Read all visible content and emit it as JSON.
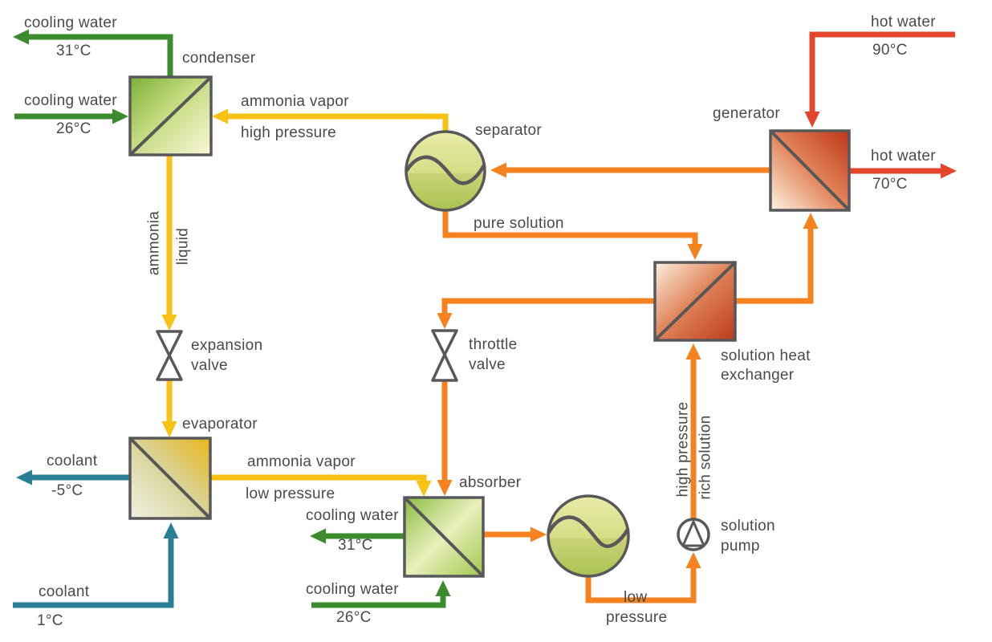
{
  "labels": {
    "condenser": "condenser",
    "separator": "separator",
    "generator": "generator",
    "evaporator": "evaporator",
    "absorber": "absorber",
    "shx1": "solution heat",
    "shx2": "exchanger",
    "expansion1": "expansion",
    "expansion2": "valve",
    "throttle1": "throttle",
    "throttle2": "valve",
    "pump1": "solution",
    "pump2": "pump"
  },
  "streams": {
    "cw_cond_out": {
      "name": "cooling water",
      "temp": "31°C"
    },
    "cw_cond_in": {
      "name": "cooling water",
      "temp": "26°C"
    },
    "ammonia_vapor_hp1": "ammonia vapor",
    "ammonia_vapor_hp2": "high pressure",
    "ammonia_liquid1": "ammonia",
    "ammonia_liquid2": "liquid",
    "hot_in": {
      "name": "hot water",
      "temp": "90°C"
    },
    "hot_out": {
      "name": "hot water",
      "temp": "70°C"
    },
    "pure_solution": "pure solution",
    "coolant_out": {
      "name": "coolant",
      "temp": "-5°C"
    },
    "coolant_in": {
      "name": "coolant",
      "temp": "1°C"
    },
    "ammonia_vapor_lp1": "ammonia vapor",
    "ammonia_vapor_lp2": "low pressure",
    "cw_abs_out": {
      "name": "cooling water",
      "temp": "31°C"
    },
    "cw_abs_in": {
      "name": "cooling water",
      "temp": "26°C"
    },
    "low_pressure1": "low",
    "low_pressure2": "pressure",
    "rich1": "high pressure",
    "rich2": "rich solution"
  },
  "colors": {
    "pipe_yellow": "#F7C214",
    "pipe_orange": "#F5821F",
    "pipe_red": "#E2472B",
    "pipe_green": "#3C8B2E",
    "pipe_teal": "#2A7F96",
    "outline_gray": "#58585A",
    "label_text": "#4A4A4A"
  }
}
